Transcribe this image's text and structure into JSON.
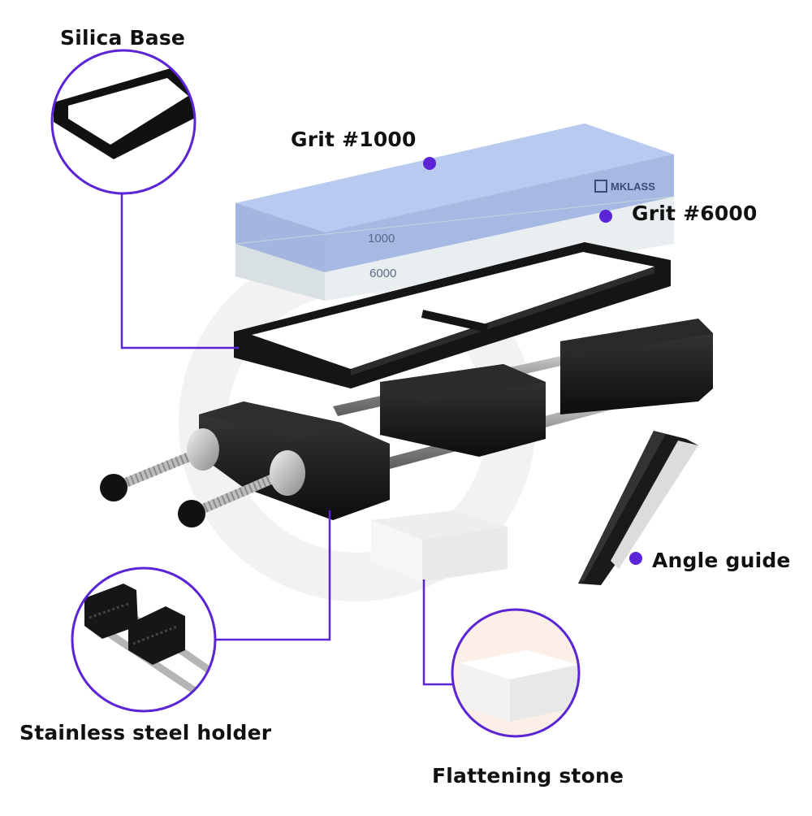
{
  "labels": {
    "silica_base": "Silica Base",
    "grit_1000": "Grit #1000",
    "grit_6000": "Grit #6000",
    "angle_guide": "Angle guide",
    "stainless_holder": "Stainless steel holder",
    "flattening_stone": "Flattening stone"
  },
  "stone": {
    "top_marking": "1000",
    "bottom_marking": "6000",
    "brand": "MKLASS"
  },
  "colors": {
    "accent": "#5b24d6",
    "stone_top": "#a9bde6",
    "stone_bottom": "#e3e9ec",
    "frame": "#1a1a1a"
  }
}
